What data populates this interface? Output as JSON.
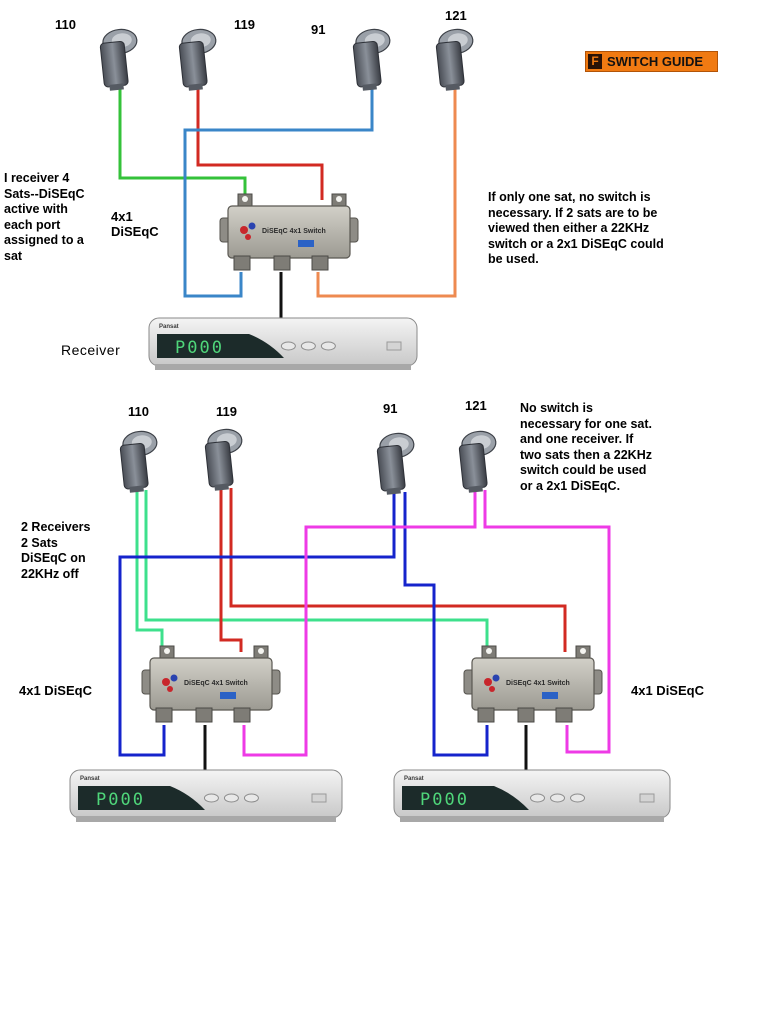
{
  "brand_badge": {
    "icon_letter": "F",
    "text": "SWITCH GUIDE"
  },
  "top": {
    "sat_labels": [
      "110",
      "119",
      "91",
      "121"
    ],
    "note_left": "I receiver 4\nSats--DiSEqC\nactive with\neach port\nassigned to a\nsat",
    "switch_label": "4x1\nDiSEqC",
    "note_right": "If only one sat, no switch is\nnecessary. If 2 sats are to be\nviewed then either a 22KHz\nswitch or a 2x1 DiSEqC could\nbe used.",
    "receiver_label": "Receiver"
  },
  "bottom": {
    "sat_labels": [
      "110",
      "119",
      "91",
      "121"
    ],
    "note_right": "No switch is\nnecessary for one sat.\nand one receiver. If\ntwo sats then a 22KHz\nswitch could be used\nor a 2x1 DiSEqC.",
    "note_left": "2 Receivers\n2 Sats\nDiSEqC on\n22KHz off",
    "switch_label_left": "4x1 DiSEqC",
    "switch_label_right": "4x1 DiSEqC"
  },
  "device_text": {
    "receiver_display": "P000",
    "receiver_brand": "Pansat",
    "switch_text": "DiSEqC 4x1 Switch"
  },
  "wire_colors": {
    "green": "#34c23a",
    "red": "#d22a22",
    "blue_light": "#3a86c8",
    "orange": "#ee8a50",
    "mint": "#3ee08c",
    "blue_dark": "#1524cc",
    "magenta": "#ee3ae6",
    "black": "#111111"
  }
}
